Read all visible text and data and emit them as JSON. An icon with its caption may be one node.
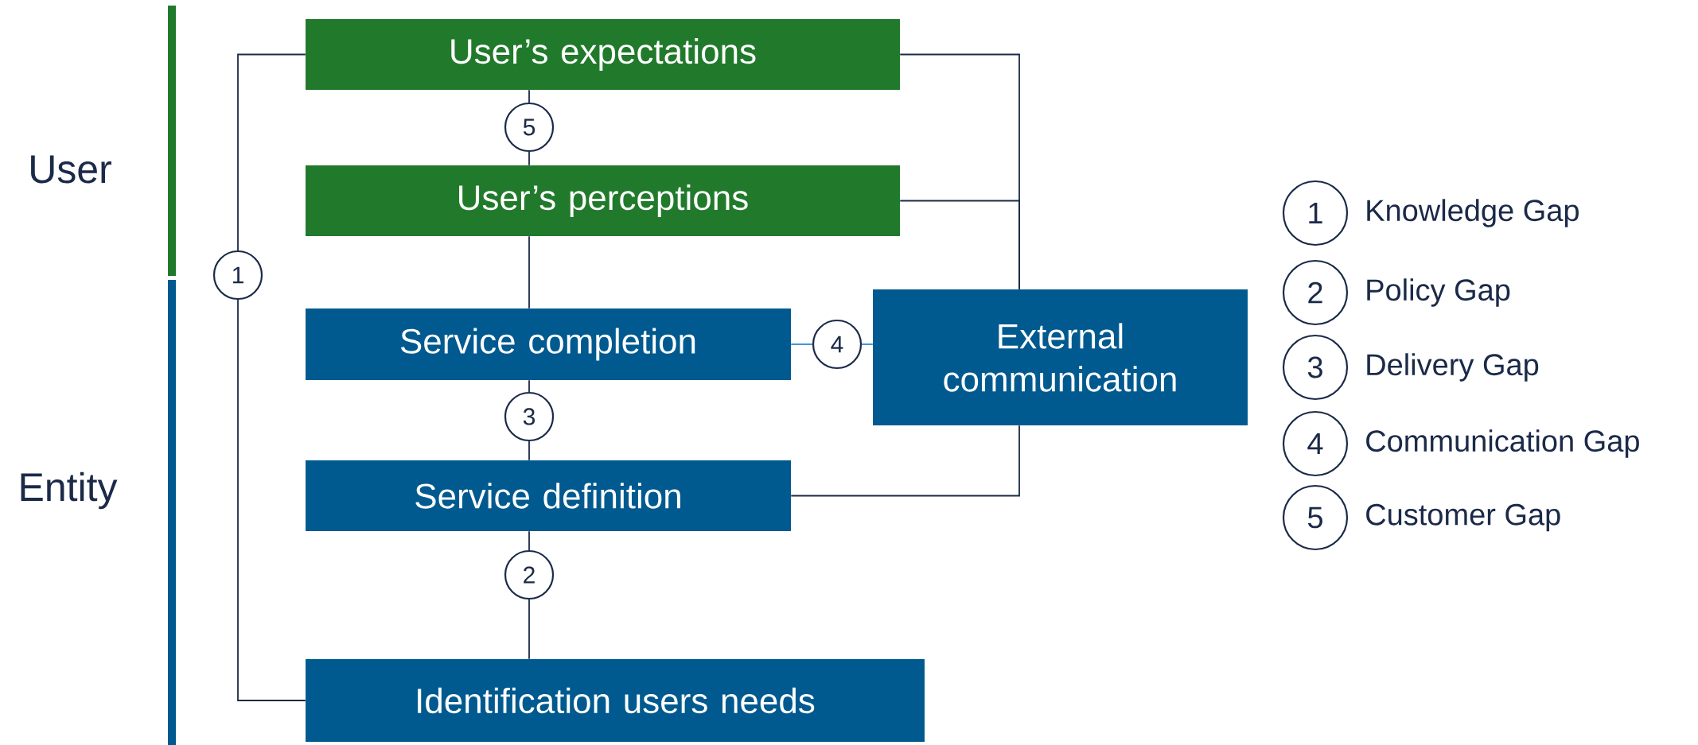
{
  "diagram": {
    "nodes": [
      {
        "text": [
          "User’s expectations"
        ]
      },
      {
        "text": [
          "5"
        ]
      },
      {
        "text": [
          "User’s perceptions"
        ]
      },
      {
        "text": [
          "1"
        ]
      },
      {
        "text": [
          "Service completion"
        ]
      },
      {
        "text": [
          "4"
        ]
      },
      {
        "text": [
          "External communication"
        ]
      },
      {
        "text": [
          "3"
        ]
      },
      {
        "text": [
          "Service definition"
        ]
      },
      {
        "text": [
          "2"
        ]
      },
      {
        "text": [
          "Identification users needs"
        ]
      },
      {
        "text": [
          "1"
        ],
        "beside": [
          "Knowledge Gap"
        ]
      },
      {
        "text": [
          "2"
        ],
        "beside": [
          "Policy Gap"
        ]
      },
      {
        "text": [
          "3"
        ],
        "beside": [
          "Delivery Gap"
        ]
      },
      {
        "text": [
          "4"
        ],
        "beside": [
          "Communication Gap"
        ]
      },
      {
        "text": [
          "5"
        ],
        "beside": [
          "Customer Gap"
        ]
      }
    ],
    "edges": [
      {
        "from": 0,
        "to": 3,
        "arrow": "none"
      },
      {
        "from": 3,
        "to": 10,
        "arrow": "none"
      },
      {
        "from": 0,
        "to": 1,
        "arrow": "none"
      },
      {
        "from": 1,
        "to": 2,
        "arrow": "none"
      },
      {
        "from": 2,
        "to": 4,
        "arrow": "none"
      },
      {
        "from": 4,
        "to": 7,
        "arrow": "none"
      },
      {
        "from": 7,
        "to": 8,
        "arrow": "none"
      },
      {
        "from": 8,
        "to": 9,
        "arrow": "none"
      },
      {
        "from": 9,
        "to": 10,
        "arrow": "none"
      },
      {
        "from": 4,
        "to": 5,
        "arrow": "none",
        "color": "#2e8bd4"
      },
      {
        "from": 5,
        "to": 6,
        "arrow": "none",
        "color": "#2e8bd4"
      },
      {
        "from": 0,
        "to": 6,
        "arrow": "none"
      },
      {
        "from": 2,
        "to": 6,
        "arrow": "none"
      },
      {
        "from": 8,
        "to": 6,
        "arrow": "none"
      }
    ],
    "labels": [
      "User",
      "Entity"
    ]
  }
}
